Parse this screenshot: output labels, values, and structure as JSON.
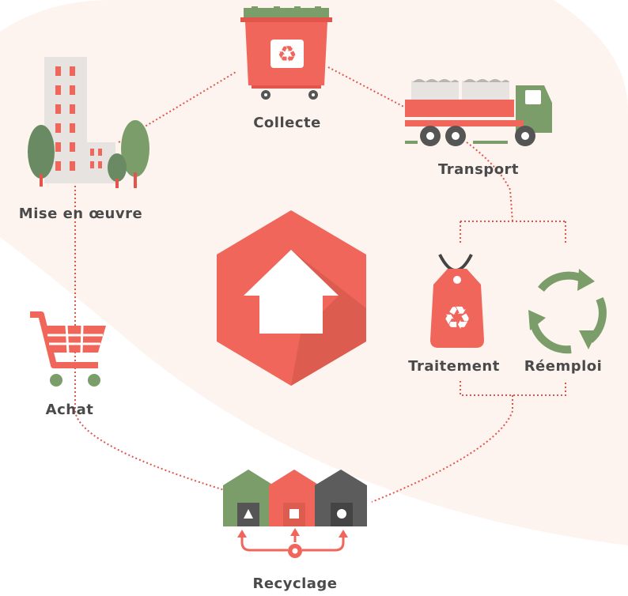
{
  "labels": {
    "collecte": "Collecte",
    "transport": "Transport",
    "mise_en_oeuvre": "Mise en œuvre",
    "achat": "Achat",
    "traitement": "Traitement",
    "reemploi": "Réemploi",
    "recyclage": "Recyclage"
  },
  "colors": {
    "red": "#f0665a",
    "red_dark": "#dd5c50",
    "green": "#7a9d69",
    "dark": "#5c5c5c",
    "grey_building": "#e6e3e1",
    "blob": "#fdf4f0",
    "dots": "#e2554c"
  }
}
